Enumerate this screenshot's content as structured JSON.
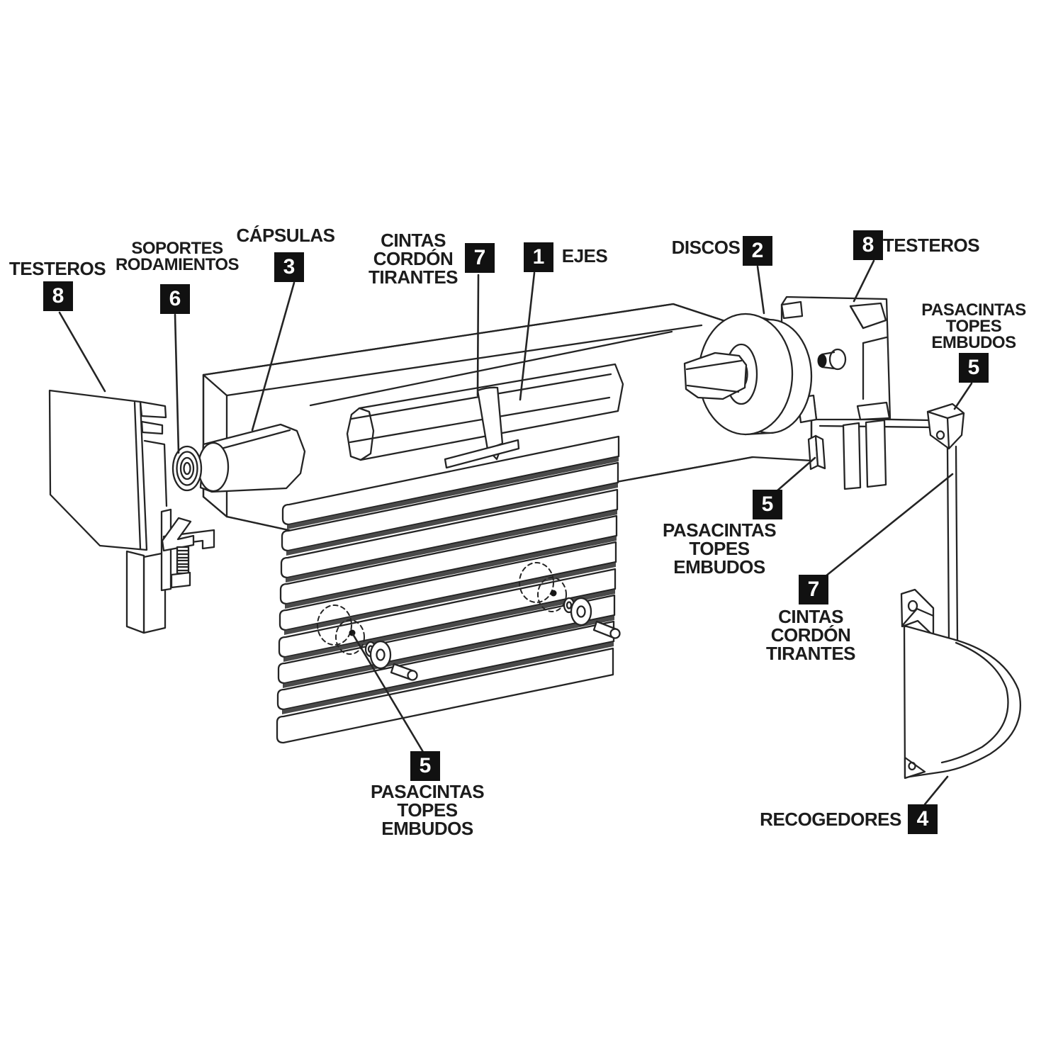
{
  "diagram": {
    "background": "#ffffff",
    "line_color": "#242424",
    "badge": {
      "bg": "#111111",
      "fg": "#ffffff"
    },
    "parts": [
      {
        "number": "1",
        "name": "EJES"
      },
      {
        "number": "2",
        "name": "DISCOS"
      },
      {
        "number": "3",
        "name": "CÁPSULAS"
      },
      {
        "number": "4",
        "name": "RECOGEDORES"
      },
      {
        "number": "5",
        "name": "PASACINTAS TOPES EMBUDOS"
      },
      {
        "number": "6",
        "name": "SOPORTES RODAMIENTOS"
      },
      {
        "number": "7",
        "name": "CINTAS CORDÓN TIRANTES"
      },
      {
        "number": "8",
        "name": "TESTEROS"
      }
    ],
    "callouts": [
      {
        "id": "testeros-left",
        "number": "8",
        "lines": [
          "TESTEROS"
        ]
      },
      {
        "id": "soportes-rodamientos",
        "number": "6",
        "lines": [
          "SOPORTES",
          "RODAMIENTOS"
        ]
      },
      {
        "id": "capsulas",
        "number": "3",
        "lines": [
          "CÁPSULAS"
        ]
      },
      {
        "id": "cintas-top",
        "number": "7",
        "lines": [
          "CINTAS",
          "CORDÓN",
          "TIRANTES"
        ]
      },
      {
        "id": "ejes",
        "number": "1",
        "lines": [
          "EJES"
        ]
      },
      {
        "id": "discos",
        "number": "2",
        "lines": [
          "DISCOS"
        ]
      },
      {
        "id": "testeros-right",
        "number": "8",
        "lines": [
          "TESTEROS"
        ]
      },
      {
        "id": "pasacintas-right",
        "number": "5",
        "lines": [
          "PASACINTAS",
          "TOPES",
          "EMBUDOS"
        ]
      },
      {
        "id": "pasacintas-middle",
        "number": "5",
        "lines": [
          "PASACINTAS",
          "TOPES",
          "EMBUDOS"
        ]
      },
      {
        "id": "cintas-right",
        "number": "7",
        "lines": [
          "CINTAS",
          "CORDÓN",
          "TIRANTES"
        ]
      },
      {
        "id": "pasacintas-bottom",
        "number": "5",
        "lines": [
          "PASACINTAS",
          "TOPES",
          "EMBUDOS"
        ]
      },
      {
        "id": "recogedores",
        "number": "4",
        "lines": [
          "RECOGEDORES"
        ]
      }
    ]
  }
}
